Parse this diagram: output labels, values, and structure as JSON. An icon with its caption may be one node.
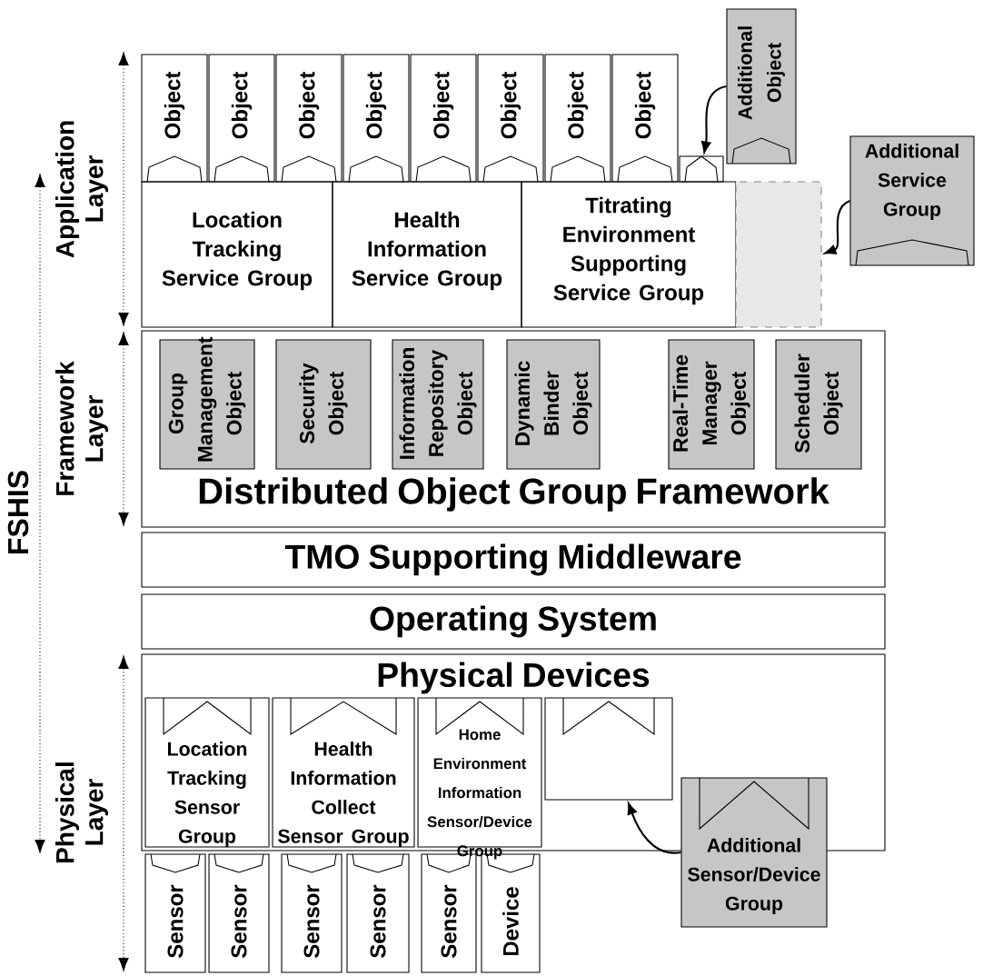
{
  "diagram": {
    "nodes": [
      {
        "text": [
          "Object"
        ]
      },
      {
        "text": [
          "Object"
        ]
      },
      {
        "text": [
          "Object"
        ]
      },
      {
        "text": [
          "Object"
        ]
      },
      {
        "text": [
          "Object"
        ]
      },
      {
        "text": [
          "Object"
        ]
      },
      {
        "text": [
          "Object"
        ]
      },
      {
        "text": [
          "Object"
        ]
      },
      {
        "text": [
          "Additional Object"
        ]
      },
      {
        "text": [],
        "shape": "box"
      },
      {
        "text": [
          "Additional Service Group"
        ]
      },
      {
        "text": [
          "Location Tracking Service Group"
        ]
      },
      {
        "text": [
          "Health Information Service Group"
        ]
      },
      {
        "text": [
          "Titrating Environment Supporting Service Group"
        ]
      },
      {
        "text": [],
        "shape": "box"
      },
      {
        "text": [
          "Distributed Object Group Framework"
        ]
      },
      {
        "text": [
          "Group Management Object"
        ],
        "in": 15
      },
      {
        "text": [
          "Security Object"
        ],
        "in": 15
      },
      {
        "text": [
          "Information Repository Object"
        ],
        "in": 15
      },
      {
        "text": [
          "Dynamic Binder Object"
        ],
        "in": 15
      },
      {
        "text": [
          "Real-Time Manager Object"
        ],
        "in": 15
      },
      {
        "text": [
          "Scheduler Object"
        ],
        "in": 15
      },
      {
        "text": [
          "TMO Supporting Middleware"
        ]
      },
      {
        "text": [
          "Operating System"
        ]
      },
      {
        "text": [
          "Physical Devices"
        ]
      },
      {
        "text": [
          "Location Tracking Sensor Group"
        ],
        "in": 24
      },
      {
        "text": [
          "Health Information Collect Sensor Group"
        ],
        "in": 24
      },
      {
        "text": [
          "Home Environment Information Sensor/Device Group"
        ],
        "in": 24
      },
      {
        "text": [],
        "shape": "box",
        "in": 24
      },
      {
        "text": [
          "Additional Sensor/Device Group"
        ]
      },
      {
        "text": [
          "Sensor"
        ]
      },
      {
        "text": [
          "Sensor"
        ]
      },
      {
        "text": [
          "Sensor"
        ]
      },
      {
        "text": [
          "Sensor"
        ]
      },
      {
        "text": [
          "Sensor"
        ]
      },
      {
        "text": [
          "Device"
        ]
      }
    ],
    "edges": [
      {
        "from": 8,
        "to": 9,
        "arrow": "to"
      },
      {
        "from": 10,
        "to": 14,
        "arrow": "to"
      },
      {
        "from": 29,
        "to": 28,
        "arrow": "to"
      }
    ],
    "labels": [
      "Application Layer",
      "FSHIS",
      "Framework Layer",
      "Physical Layer"
    ]
  }
}
